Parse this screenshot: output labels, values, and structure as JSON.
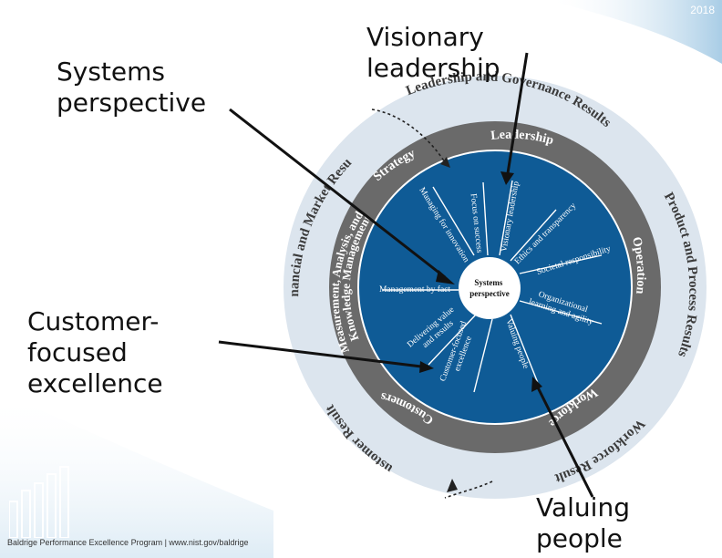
{
  "slide": {
    "year": "2018",
    "footer": "Baldrige Performance Excellence Program | www.nist.gov/baldrige"
  },
  "callouts": {
    "systems_perspective": [
      "Systems",
      "perspective"
    ],
    "visionary_leadership": [
      "Visionary",
      "leadership"
    ],
    "customer_focused_excellence": [
      "Customer-",
      "focused",
      "excellence"
    ],
    "valuing_people": [
      "Valuing",
      "people"
    ]
  },
  "framework": {
    "center": [
      "Systems",
      "perspective"
    ],
    "core_values": {
      "managing_for_innovation": "Managing for innovation",
      "focus_on_success": "Focus on success",
      "visionary_leadership": "Visionary leadership",
      "ethics_and_transparency": "Ethics and transparency",
      "societal_responsibility": "Societal responsibility",
      "organizational_learning": [
        "Organizational",
        "learning and agility"
      ],
      "valuing_people": "Valuing people",
      "customer_focused_excellence": [
        "Customer-focused",
        "excellence"
      ],
      "delivering_value": [
        "Delivering value",
        "and results"
      ],
      "management_by_fact": "Management by fact"
    },
    "categories": {
      "leadership": "Leadership",
      "strategy": "Strategy",
      "customers": "Customers",
      "workforce": "Workforce",
      "operations": "Operations",
      "measurement": "Measurement, Analysis, and",
      "knowledge": "Knowledge Management"
    },
    "results": {
      "leadership_governance": "Leadership and Governance Results",
      "product_process": "Product and Process Results",
      "workforce": "Workforce Results",
      "customer": "Customer Results",
      "financial_market": "Financial and Market Results"
    }
  }
}
